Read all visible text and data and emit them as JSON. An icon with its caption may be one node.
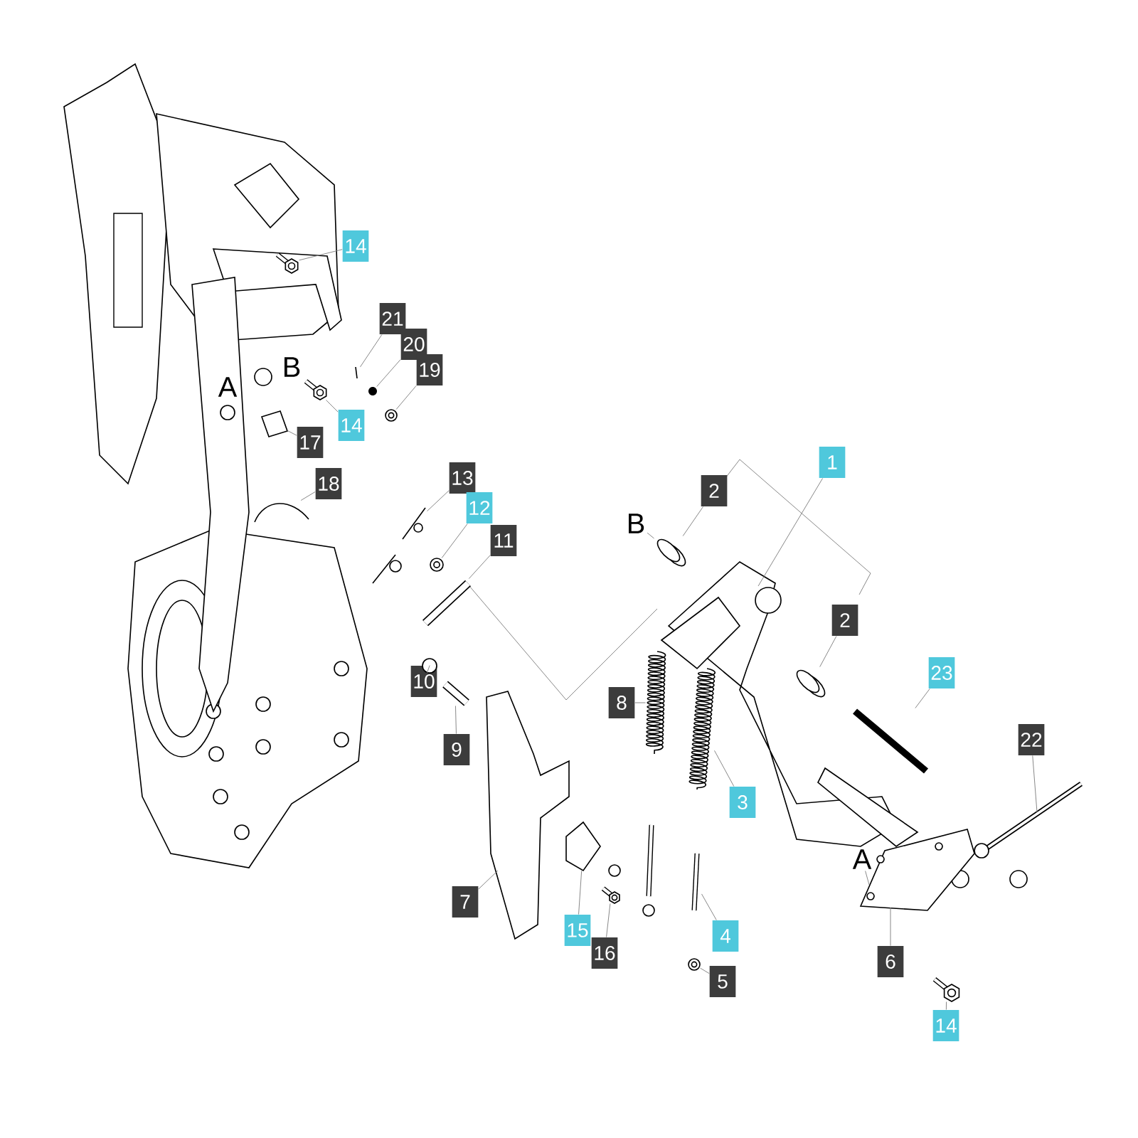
{
  "diagram": {
    "nodes": [
      {
        "text": [
          "14"
        ]
      },
      {
        "text": [
          "21"
        ]
      },
      {
        "text": [
          "20"
        ]
      },
      {
        "text": [
          "19"
        ]
      },
      {
        "text": [
          "14"
        ]
      },
      {
        "text": [
          "17"
        ]
      },
      {
        "text": [
          "18"
        ]
      },
      {
        "text": [
          "1"
        ]
      },
      {
        "text": [
          "13"
        ]
      },
      {
        "text": [
          "2"
        ]
      },
      {
        "text": [
          "12"
        ]
      },
      {
        "text": [
          "11"
        ]
      },
      {
        "text": [
          "2"
        ]
      },
      {
        "text": [
          "23"
        ]
      },
      {
        "text": [
          "10"
        ]
      },
      {
        "text": [
          "8"
        ]
      },
      {
        "text": [
          "9"
        ]
      },
      {
        "text": [
          "22"
        ]
      },
      {
        "text": [
          "3"
        ]
      },
      {
        "text": [
          "7"
        ]
      },
      {
        "text": [
          "15"
        ]
      },
      {
        "text": [
          "4"
        ]
      },
      {
        "text": [
          "16"
        ]
      },
      {
        "text": [
          "6"
        ]
      },
      {
        "text": [
          "5"
        ]
      },
      {
        "text": [
          "14"
        ]
      },
      {
        "text": [
          "B"
        ]
      },
      {
        "text": [
          "A"
        ]
      },
      {
        "text": [],
        "shape": "picture"
      },
      {
        "text": [],
        "shape": "picture"
      },
      {
        "text": [],
        "shape": "picture"
      },
      {
        "text": [],
        "shape": "picture"
      },
      {
        "text": [],
        "shape": "picture"
      },
      {
        "text": [],
        "shape": "picture"
      },
      {
        "text": [],
        "shape": "picture"
      },
      {
        "text": [],
        "shape": "picture"
      },
      {
        "text": [],
        "shape": "picture"
      },
      {
        "text": [],
        "shape": "picture"
      },
      {
        "text": [],
        "shape": "picture"
      },
      {
        "text": [],
        "shape": "picture"
      },
      {
        "text": [],
        "shape": "picture"
      },
      {
        "text": [],
        "shape": "picture"
      },
      {
        "text": [],
        "shape": "picture"
      },
      {
        "text": [],
        "shape": "picture"
      },
      {
        "text": [],
        "shape": "picture"
      },
      {
        "text": [],
        "shape": "picture"
      },
      {
        "text": [],
        "shape": "picture"
      },
      {
        "text": [],
        "shape": "picture"
      },
      {
        "text": [],
        "shape": "picture"
      },
      {
        "text": [],
        "shape": "picture"
      },
      {
        "text": [],
        "shape": "picture"
      },
      {
        "text": [],
        "shape": "picture"
      },
      {
        "text": [],
        "shape": "picture"
      },
      {
        "text": [],
        "shape": "picture"
      }
    ],
    "edges": [
      {
        "from": 0,
        "to": 28,
        "arrow": "none"
      },
      {
        "from": 1,
        "to": 29,
        "arrow": "none"
      },
      {
        "from": 2,
        "to": 30,
        "arrow": "none"
      },
      {
        "from": 3,
        "to": 31,
        "arrow": "none"
      },
      {
        "from": 4,
        "to": 32,
        "arrow": "none"
      },
      {
        "from": 5,
        "to": 33,
        "arrow": "none"
      },
      {
        "from": 6,
        "to": 34,
        "arrow": "none"
      },
      {
        "from": 7,
        "to": 35,
        "arrow": "none"
      },
      {
        "from": 8,
        "to": 36,
        "arrow": "none"
      },
      {
        "from": 9,
        "to": 37,
        "arrow": "none"
      },
      {
        "from": 10,
        "to": 38,
        "arrow": "none"
      },
      {
        "from": 11,
        "to": 39,
        "arrow": "none"
      },
      {
        "from": 12,
        "to": 40,
        "arrow": "none"
      },
      {
        "from": 13,
        "to": 41,
        "arrow": "none"
      },
      {
        "from": 14,
        "to": 42,
        "arrow": "none"
      },
      {
        "from": 15,
        "to": 43,
        "arrow": "none"
      },
      {
        "from": 16,
        "to": 44,
        "arrow": "none"
      },
      {
        "from": 17,
        "to": 45,
        "arrow": "none"
      },
      {
        "from": 18,
        "to": 46,
        "arrow": "none"
      },
      {
        "from": 19,
        "to": 47,
        "arrow": "none"
      },
      {
        "from": 20,
        "to": 48,
        "arrow": "none"
      },
      {
        "from": 21,
        "to": 49,
        "arrow": "none"
      },
      {
        "from": 22,
        "to": 50,
        "arrow": "none"
      },
      {
        "from": 23,
        "to": 51,
        "arrow": "none"
      },
      {
        "from": 24,
        "to": 52,
        "arrow": "none"
      },
      {
        "from": 25,
        "to": 53,
        "arrow": "none"
      },
      {
        "from": 26,
        "to": 37,
        "arrow": "none"
      },
      {
        "from": 27,
        "to": 51,
        "arrow": "none"
      }
    ],
    "labels": [
      "B",
      "A"
    ]
  }
}
